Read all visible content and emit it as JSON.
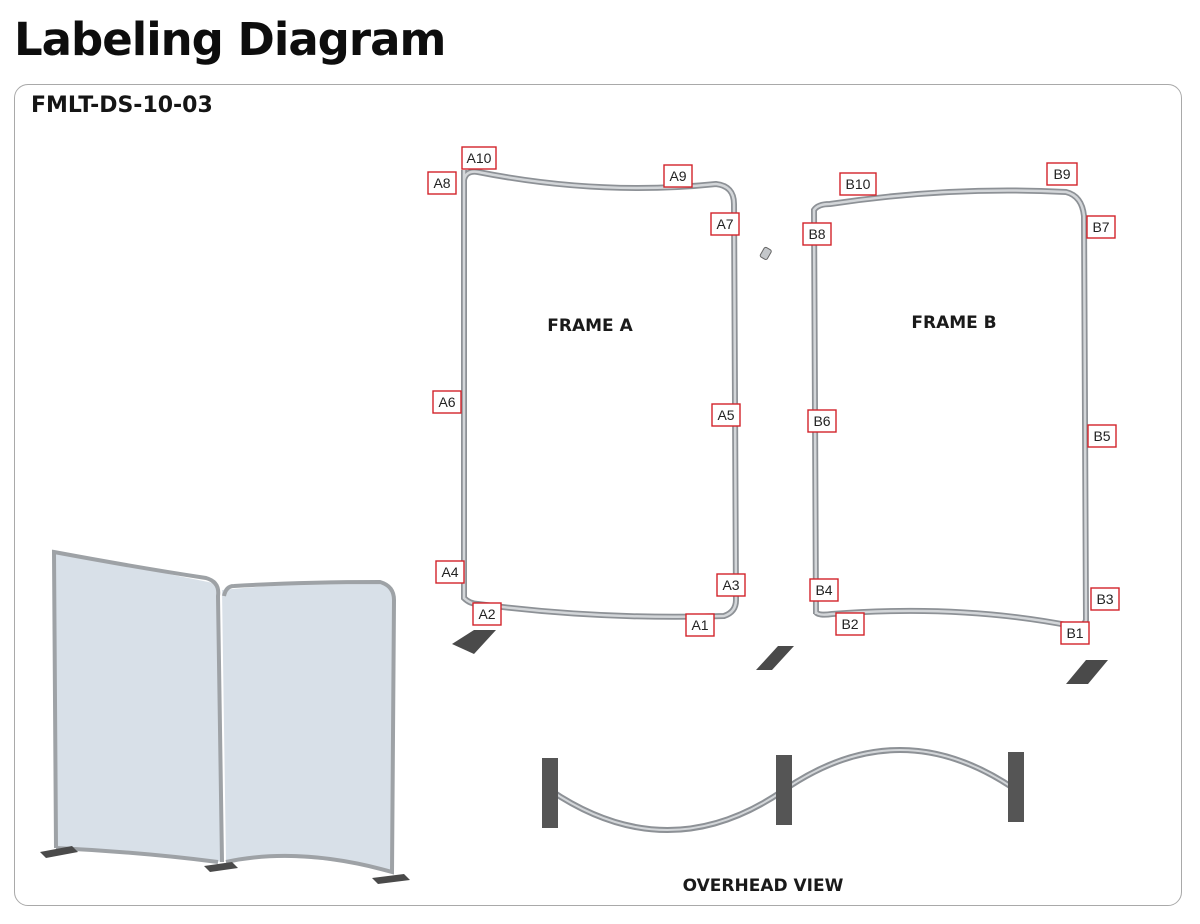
{
  "page": {
    "title": "Labeling Diagram",
    "model_code": "FMLT-DS-10-03"
  },
  "frames": {
    "a": {
      "title": "FRAME A",
      "labels": [
        "A10",
        "A8",
        "A9",
        "A7",
        "A6",
        "A5",
        "A4",
        "A3",
        "A2",
        "A1"
      ]
    },
    "b": {
      "title": "FRAME B",
      "labels": [
        "B10",
        "B9",
        "B8",
        "B7",
        "B6",
        "B5",
        "B4",
        "B3",
        "B2",
        "B1"
      ]
    }
  },
  "overhead": {
    "title": "OVERHEAD VIEW"
  },
  "colors": {
    "label_border": "#d2232a",
    "tube": "#a9acb0",
    "fabric": "#d8e0e8",
    "base_plate": "#4a4a4a"
  }
}
